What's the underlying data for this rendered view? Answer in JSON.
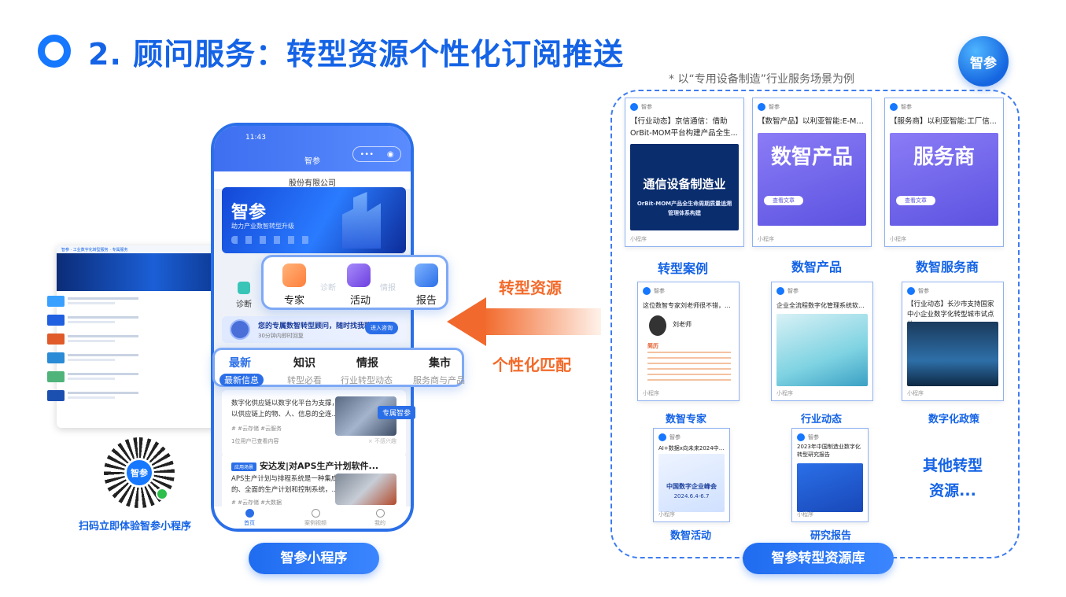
{
  "header": {
    "title": "2. 顾问服务：转型资源个性化订阅推送",
    "logo": "智参",
    "note": "* 以“专用设备制造”行业服务场景为例"
  },
  "desktop": {
    "top_text": "智参 · 工业数字化转型服务 · 专属服务"
  },
  "qr": {
    "center": "智参",
    "caption": "扫码立即体验智参小程序"
  },
  "phone": {
    "status_time": "11:43",
    "app_name": "智参",
    "capsule_more": "•••",
    "capsule_close": "◉",
    "company": "股份有限公司",
    "banner_title": "智参",
    "banner_sub": "助力产业数智转型升级",
    "diag_label": "诊断",
    "bot_title": "您的专属数智转型顾问，随时找我聊",
    "bot_sub": "30分钟内即时回复",
    "bot_button": "进入咨询",
    "card1_text": "数字化供应链以数字化平台为支撑，以供应链上的物、人、信息的全连...",
    "card1_tags": "# #云存储  #云服务",
    "card1_views": "1位用户已查看内容",
    "card1_excl": "× 不感兴趣",
    "exclusive_tag": "专属智参",
    "card2_tag": "应用场景",
    "card2_title": "安达发|对APS生产计划软件...",
    "card2_text": "APS生产计划与排程系统是一种集成的、全面的生产计划和控制系统，...",
    "card2_tags": "# #云存储  #大数据",
    "tabbar": [
      "首页",
      "案例视频",
      "我的"
    ]
  },
  "popup_resources": {
    "items": [
      "专家",
      "活动",
      "报告"
    ],
    "ghost": [
      "诊断",
      "情报"
    ]
  },
  "popup_tabs": {
    "items": [
      {
        "title": "最新",
        "sub": "最新信息"
      },
      {
        "title": "知识",
        "sub": "转型必看"
      },
      {
        "title": "情报",
        "sub": "行业转型动态"
      },
      {
        "title": "集市",
        "sub": "服务商与产品"
      }
    ]
  },
  "mini_label": "智参小程序",
  "middle": {
    "resource": "转型资源",
    "match": "个性化匹配"
  },
  "library": {
    "label": "智参转型资源库",
    "card_brand": "智参",
    "card_footer": "小程序",
    "cards": [
      {
        "title": "【行业动态】京信通信：借助OrBit-MOM平台构建产品全生...",
        "img_big": "通信设备制造业",
        "img_small": "OrBit-MOM产品全生命周期质量追溯管理体系构建",
        "caption": "转型案例"
      },
      {
        "title": "【数智产品】以利亚智能:E-ME...",
        "img_big": "数智产品",
        "img_btn": "查看文章",
        "caption": "数智产品"
      },
      {
        "title": "【服务商】以利亚智能:工厂信...",
        "img_big": "服务商",
        "img_btn": "查看文章",
        "caption": "数智服务商"
      },
      {
        "title": "这位数智专家刘老师很不错，...",
        "person": "刘老师",
        "body_head": "简历",
        "caption": "数智专家"
      },
      {
        "title": "企业全流程数字化管理系统软...",
        "caption": "行业动态"
      },
      {
        "title": "【行业动态】长沙市支持国家中小企业数字化转型城市试点的...",
        "caption": "数字化政策"
      },
      {
        "title": "AI+数据x向未来2024中国数...",
        "img_big": "中国数字企业峰会",
        "img_small": "2024.6.4-6.7",
        "caption": "数智活动"
      },
      {
        "title": "2023年中国制造业数字化转型研究报告",
        "caption": "研究报告"
      }
    ],
    "other": "其他转型资源..."
  },
  "colors": {
    "brand_blue": "#1463e6",
    "accent_orange": "#f36a2a"
  }
}
